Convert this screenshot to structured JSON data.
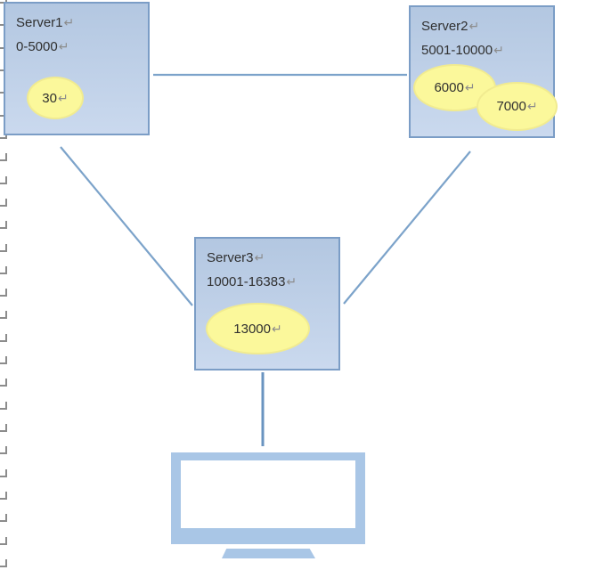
{
  "diagram": {
    "servers": [
      {
        "title": "Server1",
        "range": "0-5000",
        "slots": [
          "30"
        ]
      },
      {
        "title": "Server2",
        "range": "5001-10000",
        "slots": [
          "6000",
          "7000"
        ]
      },
      {
        "title": "Server3",
        "range": "10001-16383",
        "slots": [
          "13000"
        ]
      }
    ],
    "line_break_mark": "↵",
    "margin_marks_count": 26,
    "colors": {
      "box_fill_top": "#b3c7e1",
      "box_fill_bottom": "#cad9ee",
      "box_border": "#7b9dc6",
      "ellipse_fill": "#fbf89b",
      "ellipse_border": "#f1eb90",
      "connector": "#7ca3ca",
      "connector_dark": "#6a94c0",
      "monitor": "#a9c6e6",
      "text": "#303030",
      "mark": "#8c8c8c"
    }
  }
}
